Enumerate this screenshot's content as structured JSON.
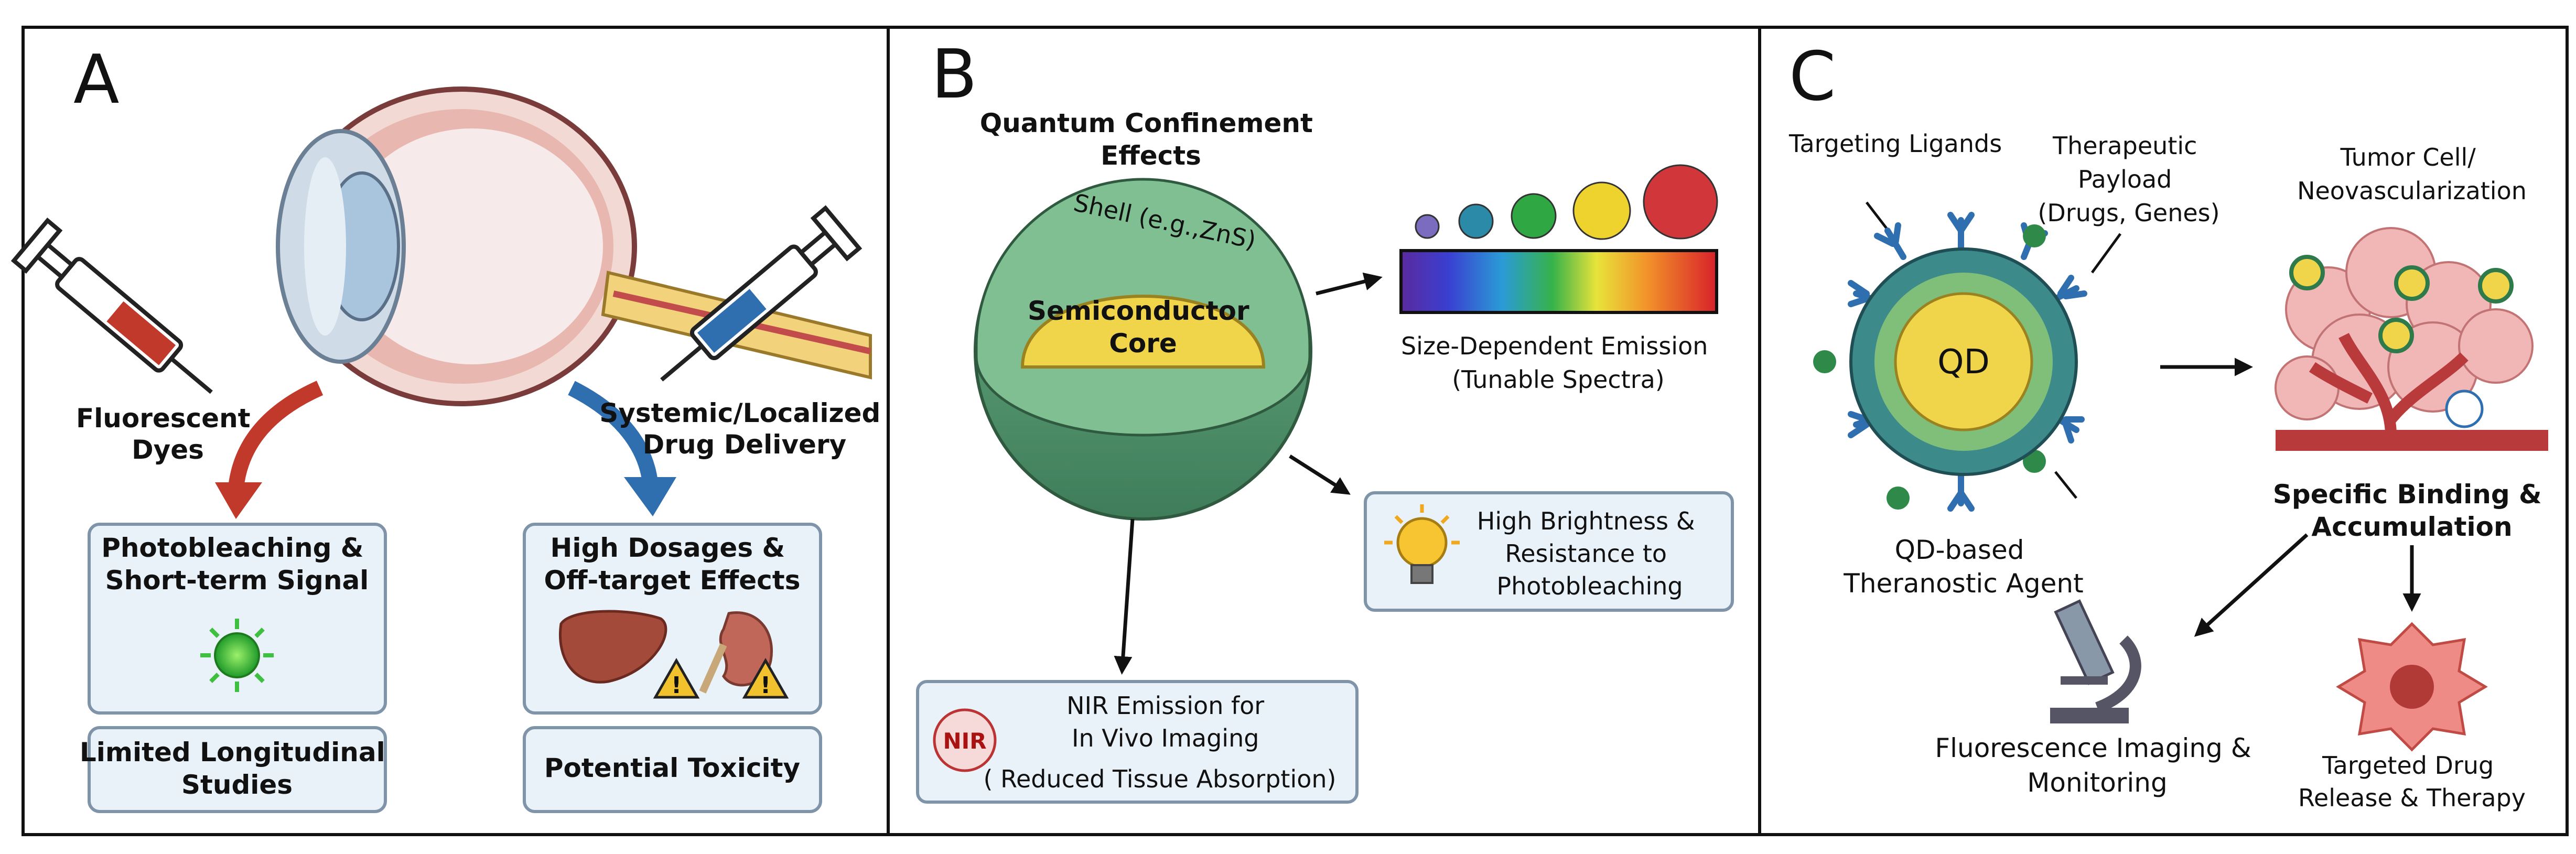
{
  "panels": {
    "a": {
      "letter": "A",
      "left_label_1": "Fluorescent",
      "left_label_2": "Dyes",
      "right_label_1": "Systemic/Localized",
      "right_label_2": "Drug Delivery",
      "box1_line1": "Photobleaching &",
      "box1_line2": "Short-term Signal",
      "box2_line1": "Limited Longitudinal",
      "box2_line2": "Studies",
      "box3_line1": "High Dosages &",
      "box3_line2": "Off-target Effects",
      "box4_line1": "Potential Toxicity"
    },
    "b": {
      "letter": "B",
      "title_1": "Quantum Confinement",
      "title_2": "Effects",
      "shell_label": "Shell (e.g.,ZnS)",
      "core_1": "Semiconductor",
      "core_2": "Core",
      "emission_1": "Size-Dependent Emission",
      "emission_2": "(Tunable Spectra)",
      "bright_1": "High Brightness &",
      "bright_2": "Resistance to",
      "bright_3": "Photobleaching",
      "nir_badge": "NIR",
      "nir_1": "NIR Emission for",
      "nir_2": "In Vivo Imaging",
      "nir_3": "( Reduced Tissue Absorption)"
    },
    "c": {
      "letter": "C",
      "ligands": "Targeting Ligands",
      "payload_1": "Therapeutic",
      "payload_2": "Payload",
      "payload_3": "(Drugs, Genes)",
      "tumor_1": "Tumor Cell/",
      "tumor_2": "Neovascularization",
      "qd_label": "QD",
      "agent_1": "QD-based",
      "agent_2": "Theranostic Agent",
      "binding_1": "Specific Binding &",
      "binding_2": "Accumulation",
      "imaging_1": "Fluorescence Imaging &",
      "imaging_2": "Monitoring",
      "release_1": "Targeted Drug",
      "release_2": "Release & Therapy"
    }
  },
  "colors": {
    "shell_green": "#5f9e78",
    "core_yellow": "#f0d54a",
    "red_arrow": "#c0392b",
    "blue_arrow": "#2f6fb0",
    "box_fill": "#e9f1f9"
  }
}
